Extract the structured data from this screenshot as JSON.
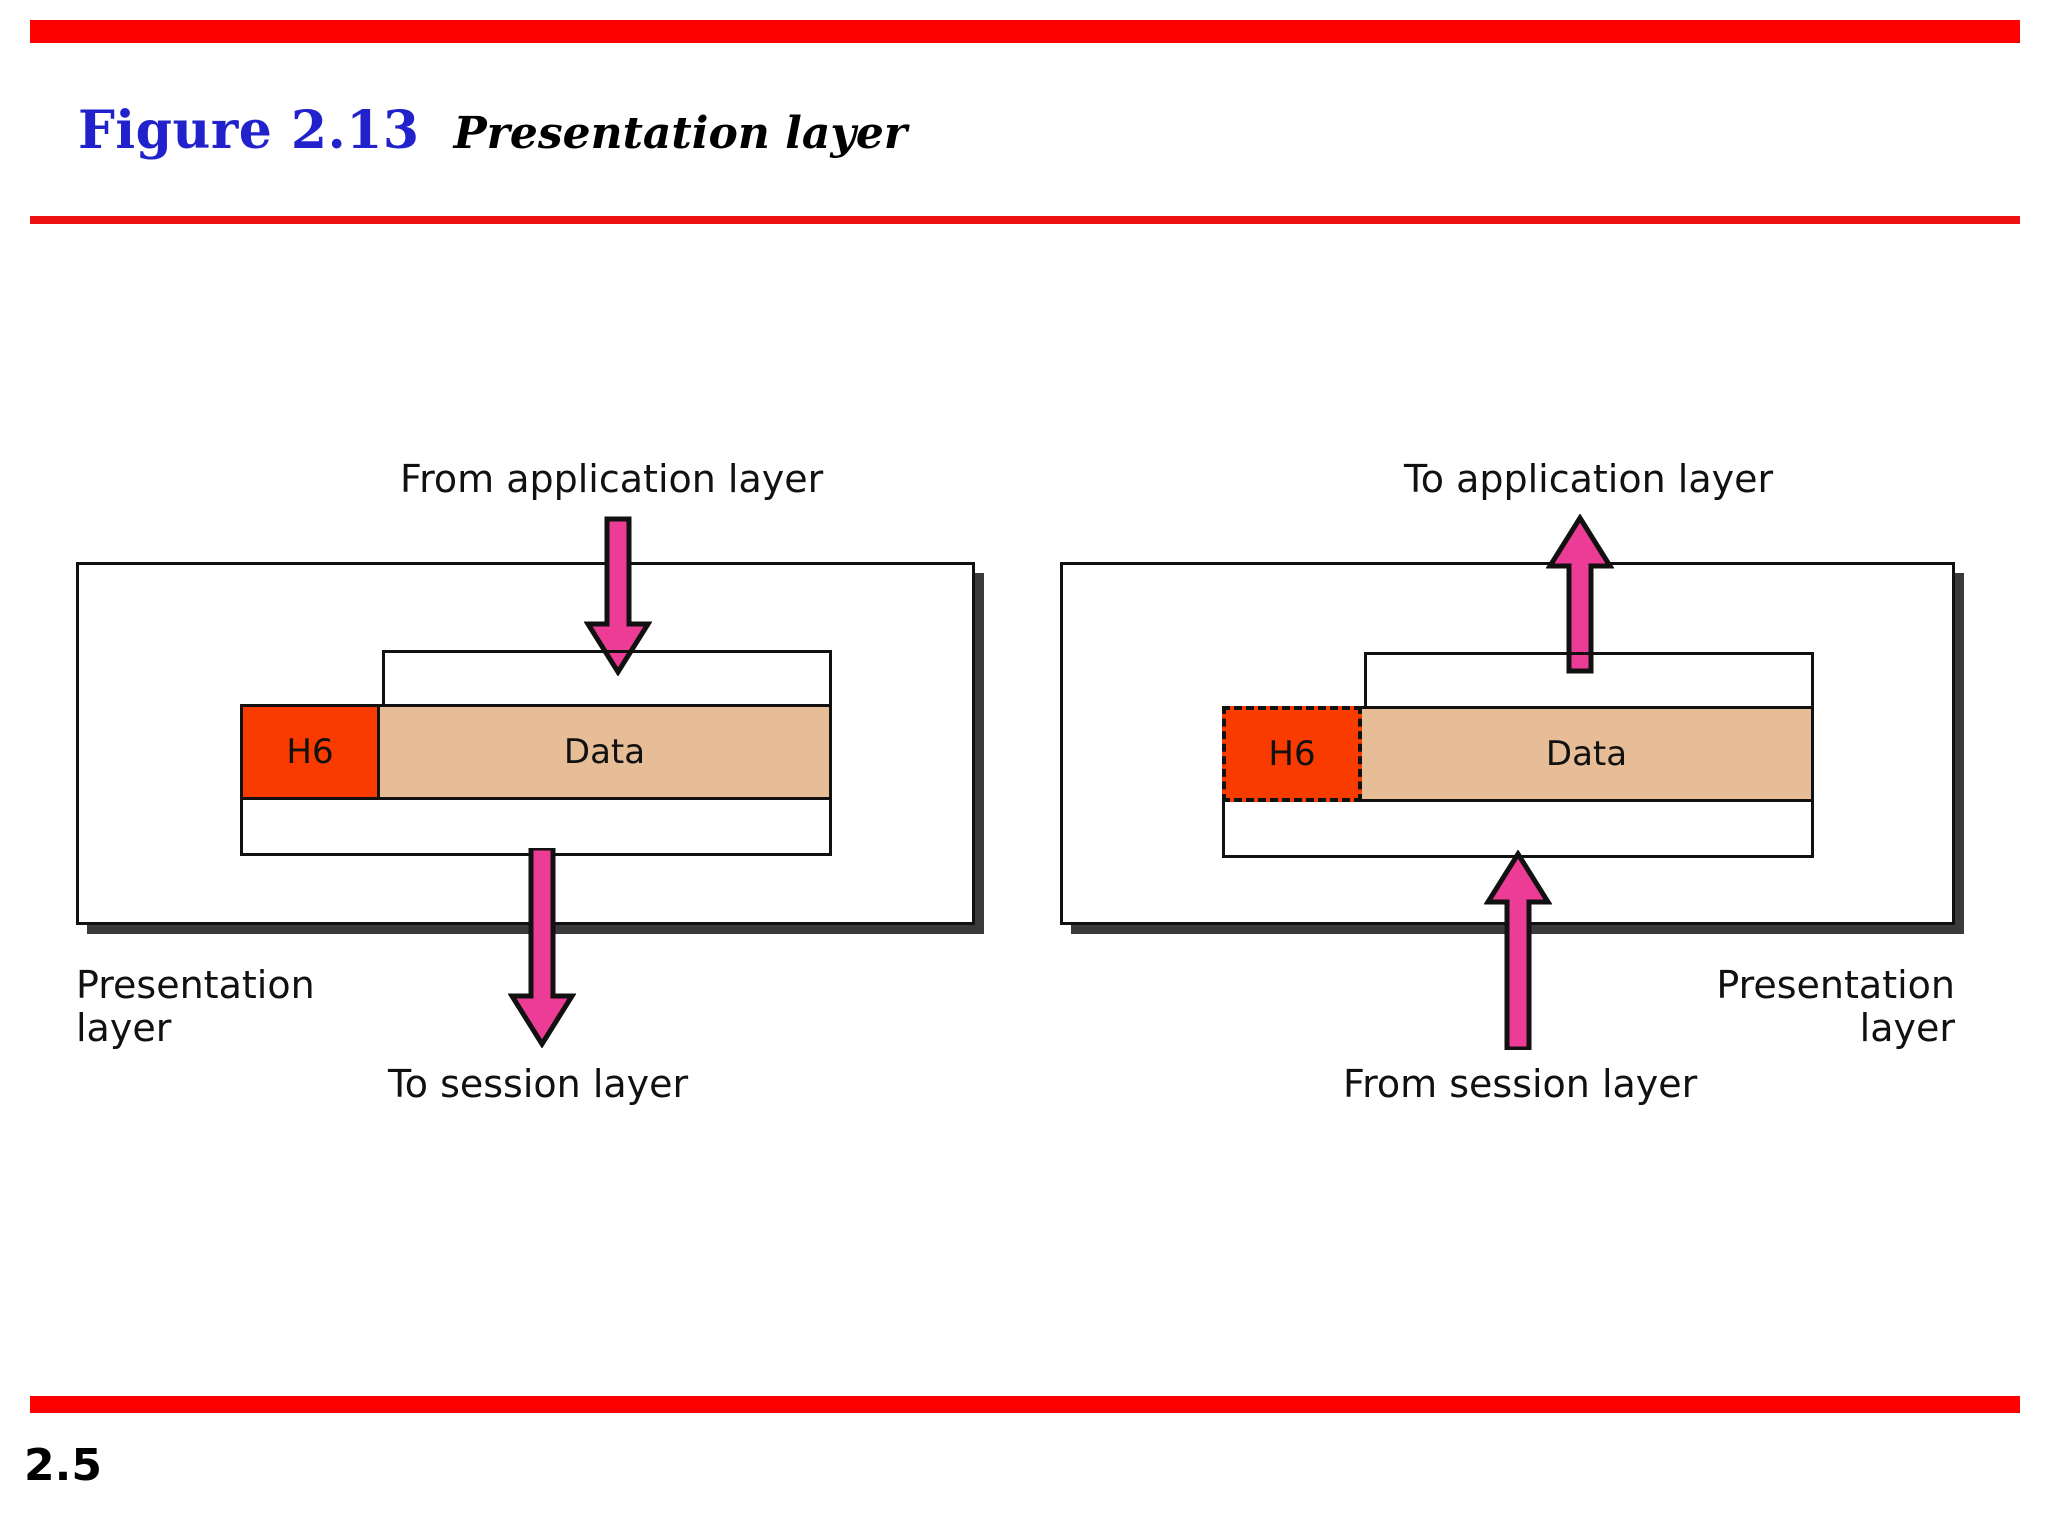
{
  "slide": {
    "page_number": "2.5",
    "accent_color": "#fd0000",
    "title_color": "#2222cc"
  },
  "header": {
    "figure_label": "Figure 2.13",
    "figure_title": "Presentation layer"
  },
  "diagram": {
    "left": {
      "top_label": "From application layer",
      "bottom_label": "To session layer",
      "side_label": "Presentation\nlayer",
      "header_cell": "H6",
      "data_cell": "Data",
      "header_border_style": "solid",
      "header_color": "#fa3b00",
      "data_color": "#e6bd96",
      "arrow_color": "#ed3c96",
      "top_arrow_direction": "down",
      "bottom_arrow_direction": "down"
    },
    "right": {
      "top_label": "To application layer",
      "bottom_label": "From session layer",
      "side_label": "Presentation\nlayer",
      "header_cell": "H6",
      "data_cell": "Data",
      "header_border_style": "dashed",
      "header_color": "#fa3b00",
      "data_color": "#e6bd96",
      "arrow_color": "#ed3c96",
      "top_arrow_direction": "up",
      "bottom_arrow_direction": "up"
    }
  }
}
